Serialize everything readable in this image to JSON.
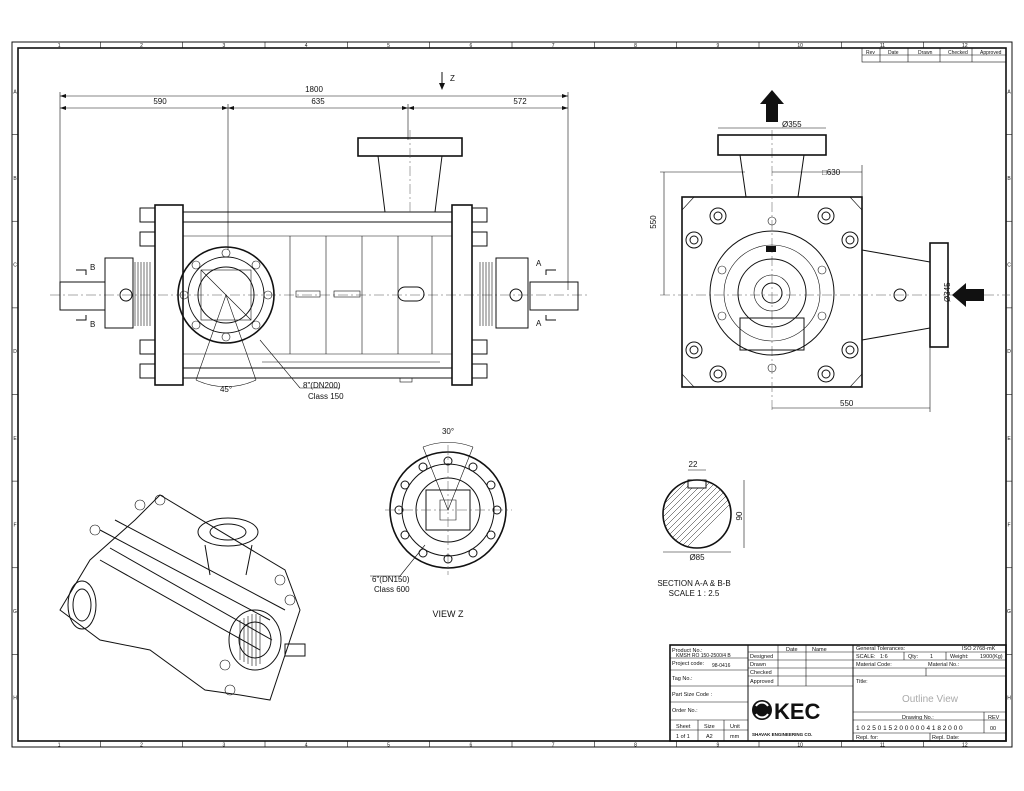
{
  "frame": {
    "col_numbers": [
      "1",
      "2",
      "3",
      "4",
      "5",
      "6",
      "7",
      "8",
      "9",
      "10",
      "11",
      "12"
    ],
    "row_letters": [
      "A",
      "B",
      "C",
      "D",
      "E",
      "F",
      "G",
      "H"
    ]
  },
  "revision_block": {
    "headers": [
      "Rev",
      "Date",
      "Drawn",
      "Checked",
      "Approved"
    ]
  },
  "front_view": {
    "dim_total": "1800",
    "dim_left": "590",
    "dim_mid": "635",
    "dim_right": "572",
    "view_arrow_label": "Z",
    "section_b_top": "B",
    "section_b_bottom": "B",
    "section_a_top": "A",
    "section_a_bottom": "A",
    "angle_label": "45°",
    "flange_callout_1": "8\"(DN200)",
    "flange_callout_2": "Class 150"
  },
  "side_view": {
    "dim_flange_top": "Ø355",
    "dim_square": "□630",
    "dim_height": "550",
    "dim_width": "550",
    "dim_flange_side": "Ø345"
  },
  "view_z": {
    "angle_label": "30°",
    "flange_callout_1": "6\"(DN150)",
    "flange_callout_2": "Class 600",
    "caption": "VIEW Z"
  },
  "section_aa": {
    "dim_key": "22",
    "dim_height": "90",
    "dim_dia": "Ø85",
    "caption_1": "SECTION A-A & B-B",
    "caption_2": "SCALE 1 : 2.5"
  },
  "title_block": {
    "product_no_label": "Product No.:",
    "product_no_value": "KMSH RO 150-2500/4 B",
    "project_code_label": "Project code:",
    "project_code_value": "98-0416",
    "tag_no_label": "Tag No.:",
    "part_size_code_label": "Part Size Code :",
    "order_no_label": "Order No.:",
    "sheet_label": "Sheet",
    "size_label": "Size",
    "unit_label": "Unit",
    "sheet_value": "1 of 1",
    "size_value": "A2",
    "unit_value": "mm",
    "role_headers": [
      "",
      "Date",
      "Name"
    ],
    "roles": [
      "Designed",
      "Drawn",
      "Checked",
      "Approved"
    ],
    "logo_text": "KEC",
    "logo_sub": "SHAVAK ENGINEERING CO.",
    "general_tol_label": "General Tolerances:",
    "general_tol_value": "ISO 2768-mK",
    "scale_label": "SCALE:",
    "scale_value": "1:6",
    "qty_label": "Qty:",
    "qty_value": "1",
    "weight_label": "Weight:",
    "weight_value": "1900(Kg)",
    "material_code_label": "Material Code:",
    "material_no_label": "Material No.:",
    "title_label": "Title:",
    "title_value": "Outline View",
    "drawing_no_label": "Drawing No.:",
    "rev_label": "REV",
    "drawing_no_value": "1 0 2 5 0 1 5 2 0 0 0 0 0 4 1 8 2 0 0 0",
    "rev_value": "00",
    "repl_for_label": "Repl. for:",
    "repl_date_label": "Repl. Date:"
  }
}
